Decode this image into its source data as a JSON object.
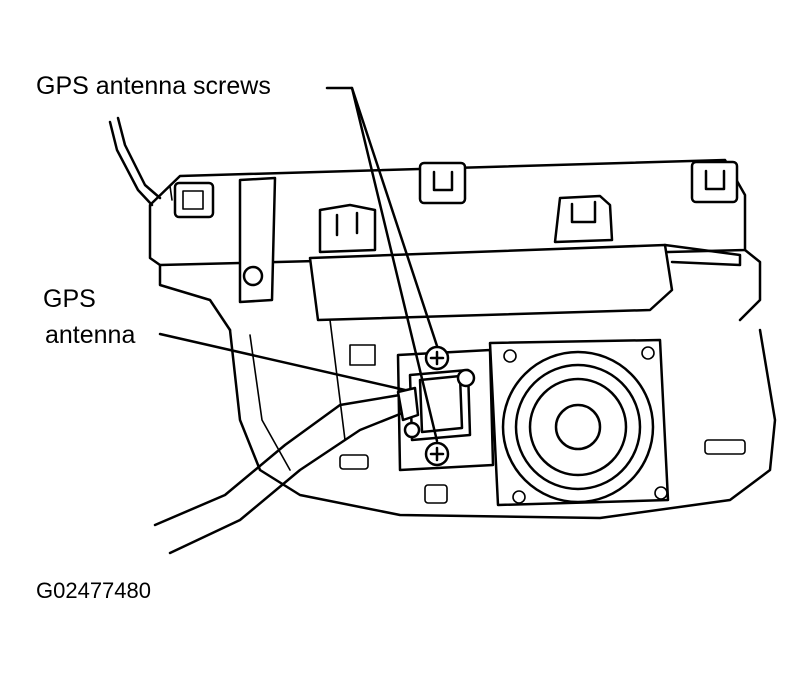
{
  "labels": {
    "screws": "GPS antenna screws",
    "antenna_line1": "GPS",
    "antenna_line2": "antenna",
    "figure_code": "G02477480"
  },
  "colors": {
    "ink": "#000000",
    "paper": "#ffffff"
  },
  "icons": {
    "screw": "phillips-screw-icon",
    "speaker": "speaker-icon"
  }
}
